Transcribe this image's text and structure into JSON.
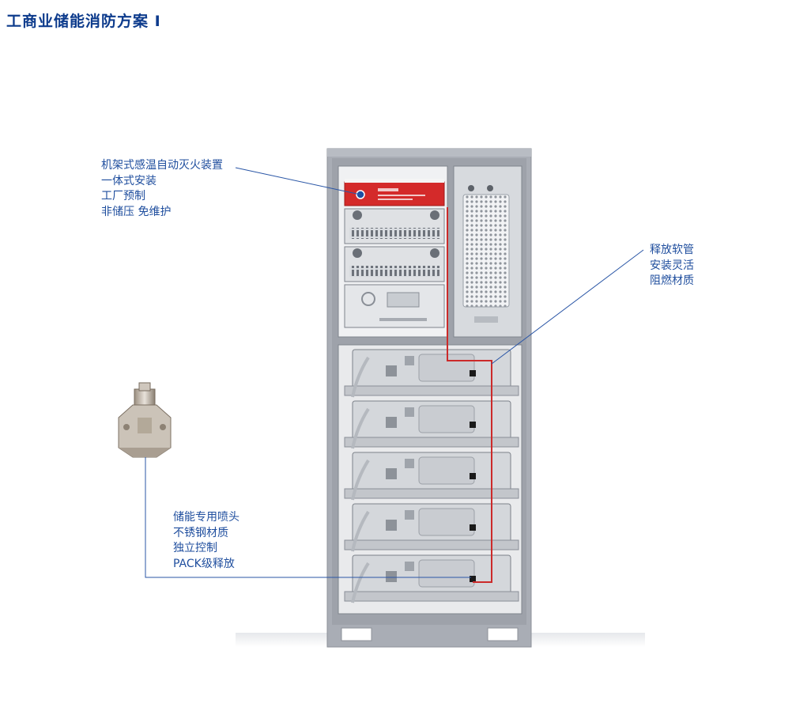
{
  "page": {
    "title": "工商业储能消防方案 I"
  },
  "callouts": {
    "rack_device": {
      "lines": [
        "机架式感温自动灭火装置",
        "一体式安装",
        "工厂预制",
        "非储压 免维护"
      ]
    },
    "hose": {
      "lines": [
        "释放软管",
        "安装灵活",
        "阻燃材质"
      ]
    },
    "nozzle": {
      "lines": [
        "储能专用喷头",
        "不锈钢材质",
        "独立控制",
        "PACK级释放"
      ]
    }
  },
  "colors": {
    "title": "#0d3b8c",
    "callout_text": "#1f4e9e",
    "leader_line": "#2a56a6",
    "cabinet": "#a7abb3",
    "device_red": "#d42a2a"
  },
  "icons": [
    "fire-extinguisher-device-icon",
    "nozzle-icon",
    "vent-grille-icon"
  ],
  "battery_packs": 5
}
